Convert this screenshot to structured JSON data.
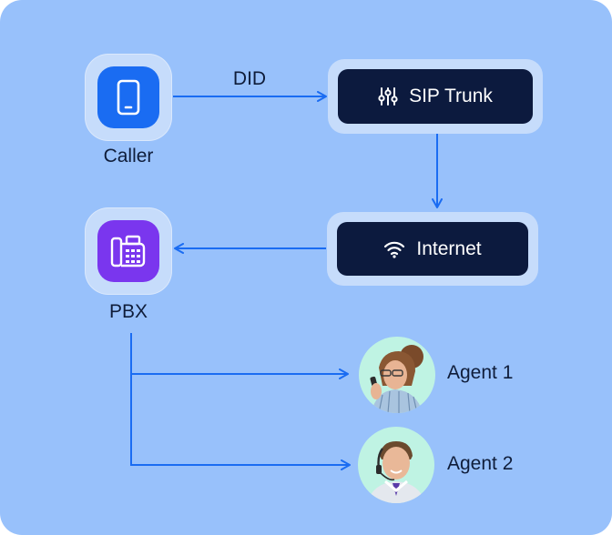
{
  "nodes": {
    "caller": {
      "label": "Caller",
      "icon": "smartphone-icon",
      "color": "#1a6cf2"
    },
    "pbx": {
      "label": "PBX",
      "icon": "desk-phone-icon",
      "color": "#7a36ee"
    },
    "sip_trunk": {
      "label": "SIP Trunk",
      "icon": "sliders-icon"
    },
    "internet": {
      "label": "Internet",
      "icon": "wifi-icon"
    },
    "agent1": {
      "label": "Agent 1"
    },
    "agent2": {
      "label": "Agent 2"
    }
  },
  "edges": {
    "caller_to_sip": {
      "label": "DID"
    }
  },
  "colors": {
    "background": "#98c1fb",
    "arrow": "#1a6cf2",
    "pill": "#0c1a3e",
    "tile_ring": "#c6dcfb",
    "avatar_bg": "#bff3e3"
  }
}
